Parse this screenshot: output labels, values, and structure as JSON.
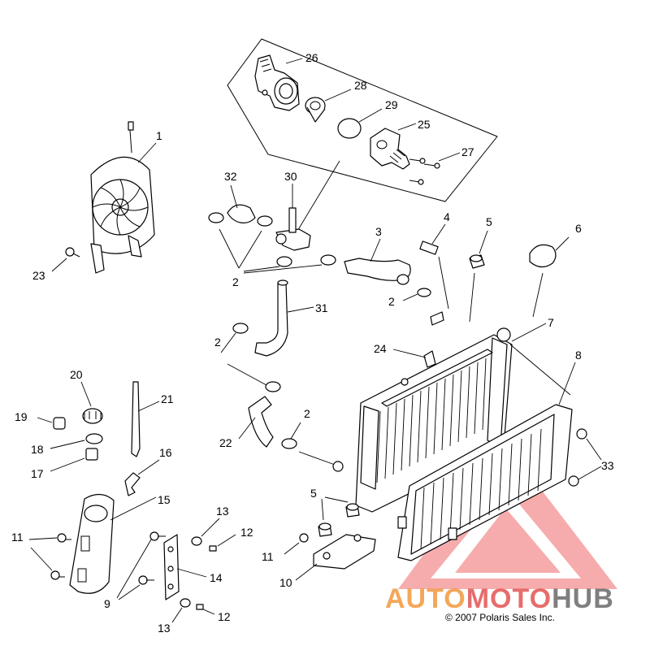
{
  "callouts": {
    "c1": "1",
    "c2a": "2",
    "c2b": "2",
    "c2c": "2",
    "c2d": "2",
    "c3": "3",
    "c4": "4",
    "c5a": "5",
    "c5b": "5",
    "c6": "6",
    "c7": "7",
    "c8": "8",
    "c9": "9",
    "c10": "10",
    "c11a": "11",
    "c11b": "11",
    "c12a": "12",
    "c12b": "12",
    "c13a": "13",
    "c13b": "13",
    "c14": "14",
    "c15": "15",
    "c16": "16",
    "c17": "17",
    "c18": "18",
    "c19": "19",
    "c20": "20",
    "c21": "21",
    "c22": "22",
    "c23": "23",
    "c24": "24",
    "c25": "25",
    "c26": "26",
    "c27": "27",
    "c28": "28",
    "c29": "29",
    "c30": "30",
    "c31": "31",
    "c32": "32",
    "c33": "33"
  },
  "watermark": {
    "part1": "AUTO",
    "part2": "MOTO",
    "part3": "HUB",
    "color_primary": "#f08a24",
    "color_secondary": "#e03c3c",
    "color_tertiary": "#555555"
  },
  "copyright": "© 2007 Polaris Sales Inc."
}
